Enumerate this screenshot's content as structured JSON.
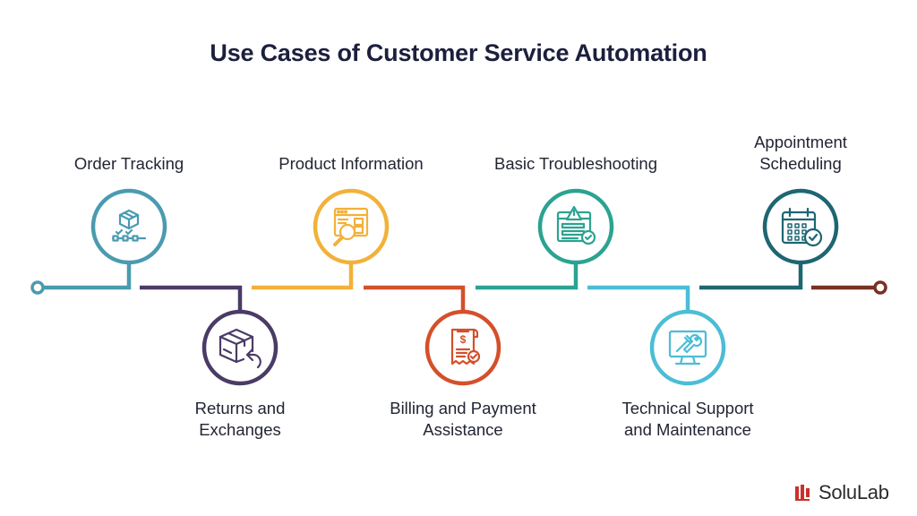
{
  "title": "Use Cases of Customer Service Automation",
  "steps": [
    {
      "label": "Order Tracking",
      "color": "#4a9bb0",
      "icon": "package-tracking-icon"
    },
    {
      "label": "Returns and\nExchanges",
      "color": "#4a3b66",
      "icon": "return-box-icon"
    },
    {
      "label": "Product Information",
      "color": "#f2b13a",
      "icon": "magnifier-webpage-icon"
    },
    {
      "label": "Billing and Payment\nAssistance",
      "color": "#d4502a",
      "icon": "receipt-dollar-icon"
    },
    {
      "label": "Basic Troubleshooting",
      "color": "#2ba391",
      "icon": "warning-window-icon"
    },
    {
      "label": "Technical Support\nand Maintenance",
      "color": "#4bbdd6",
      "icon": "monitor-tools-icon"
    },
    {
      "label": "Appointment\nScheduling",
      "color": "#1d6672",
      "icon": "calendar-check-icon"
    }
  ],
  "end_color": "#7a3020",
  "brand": {
    "name": "SoluLab",
    "color": "#c8312c"
  }
}
